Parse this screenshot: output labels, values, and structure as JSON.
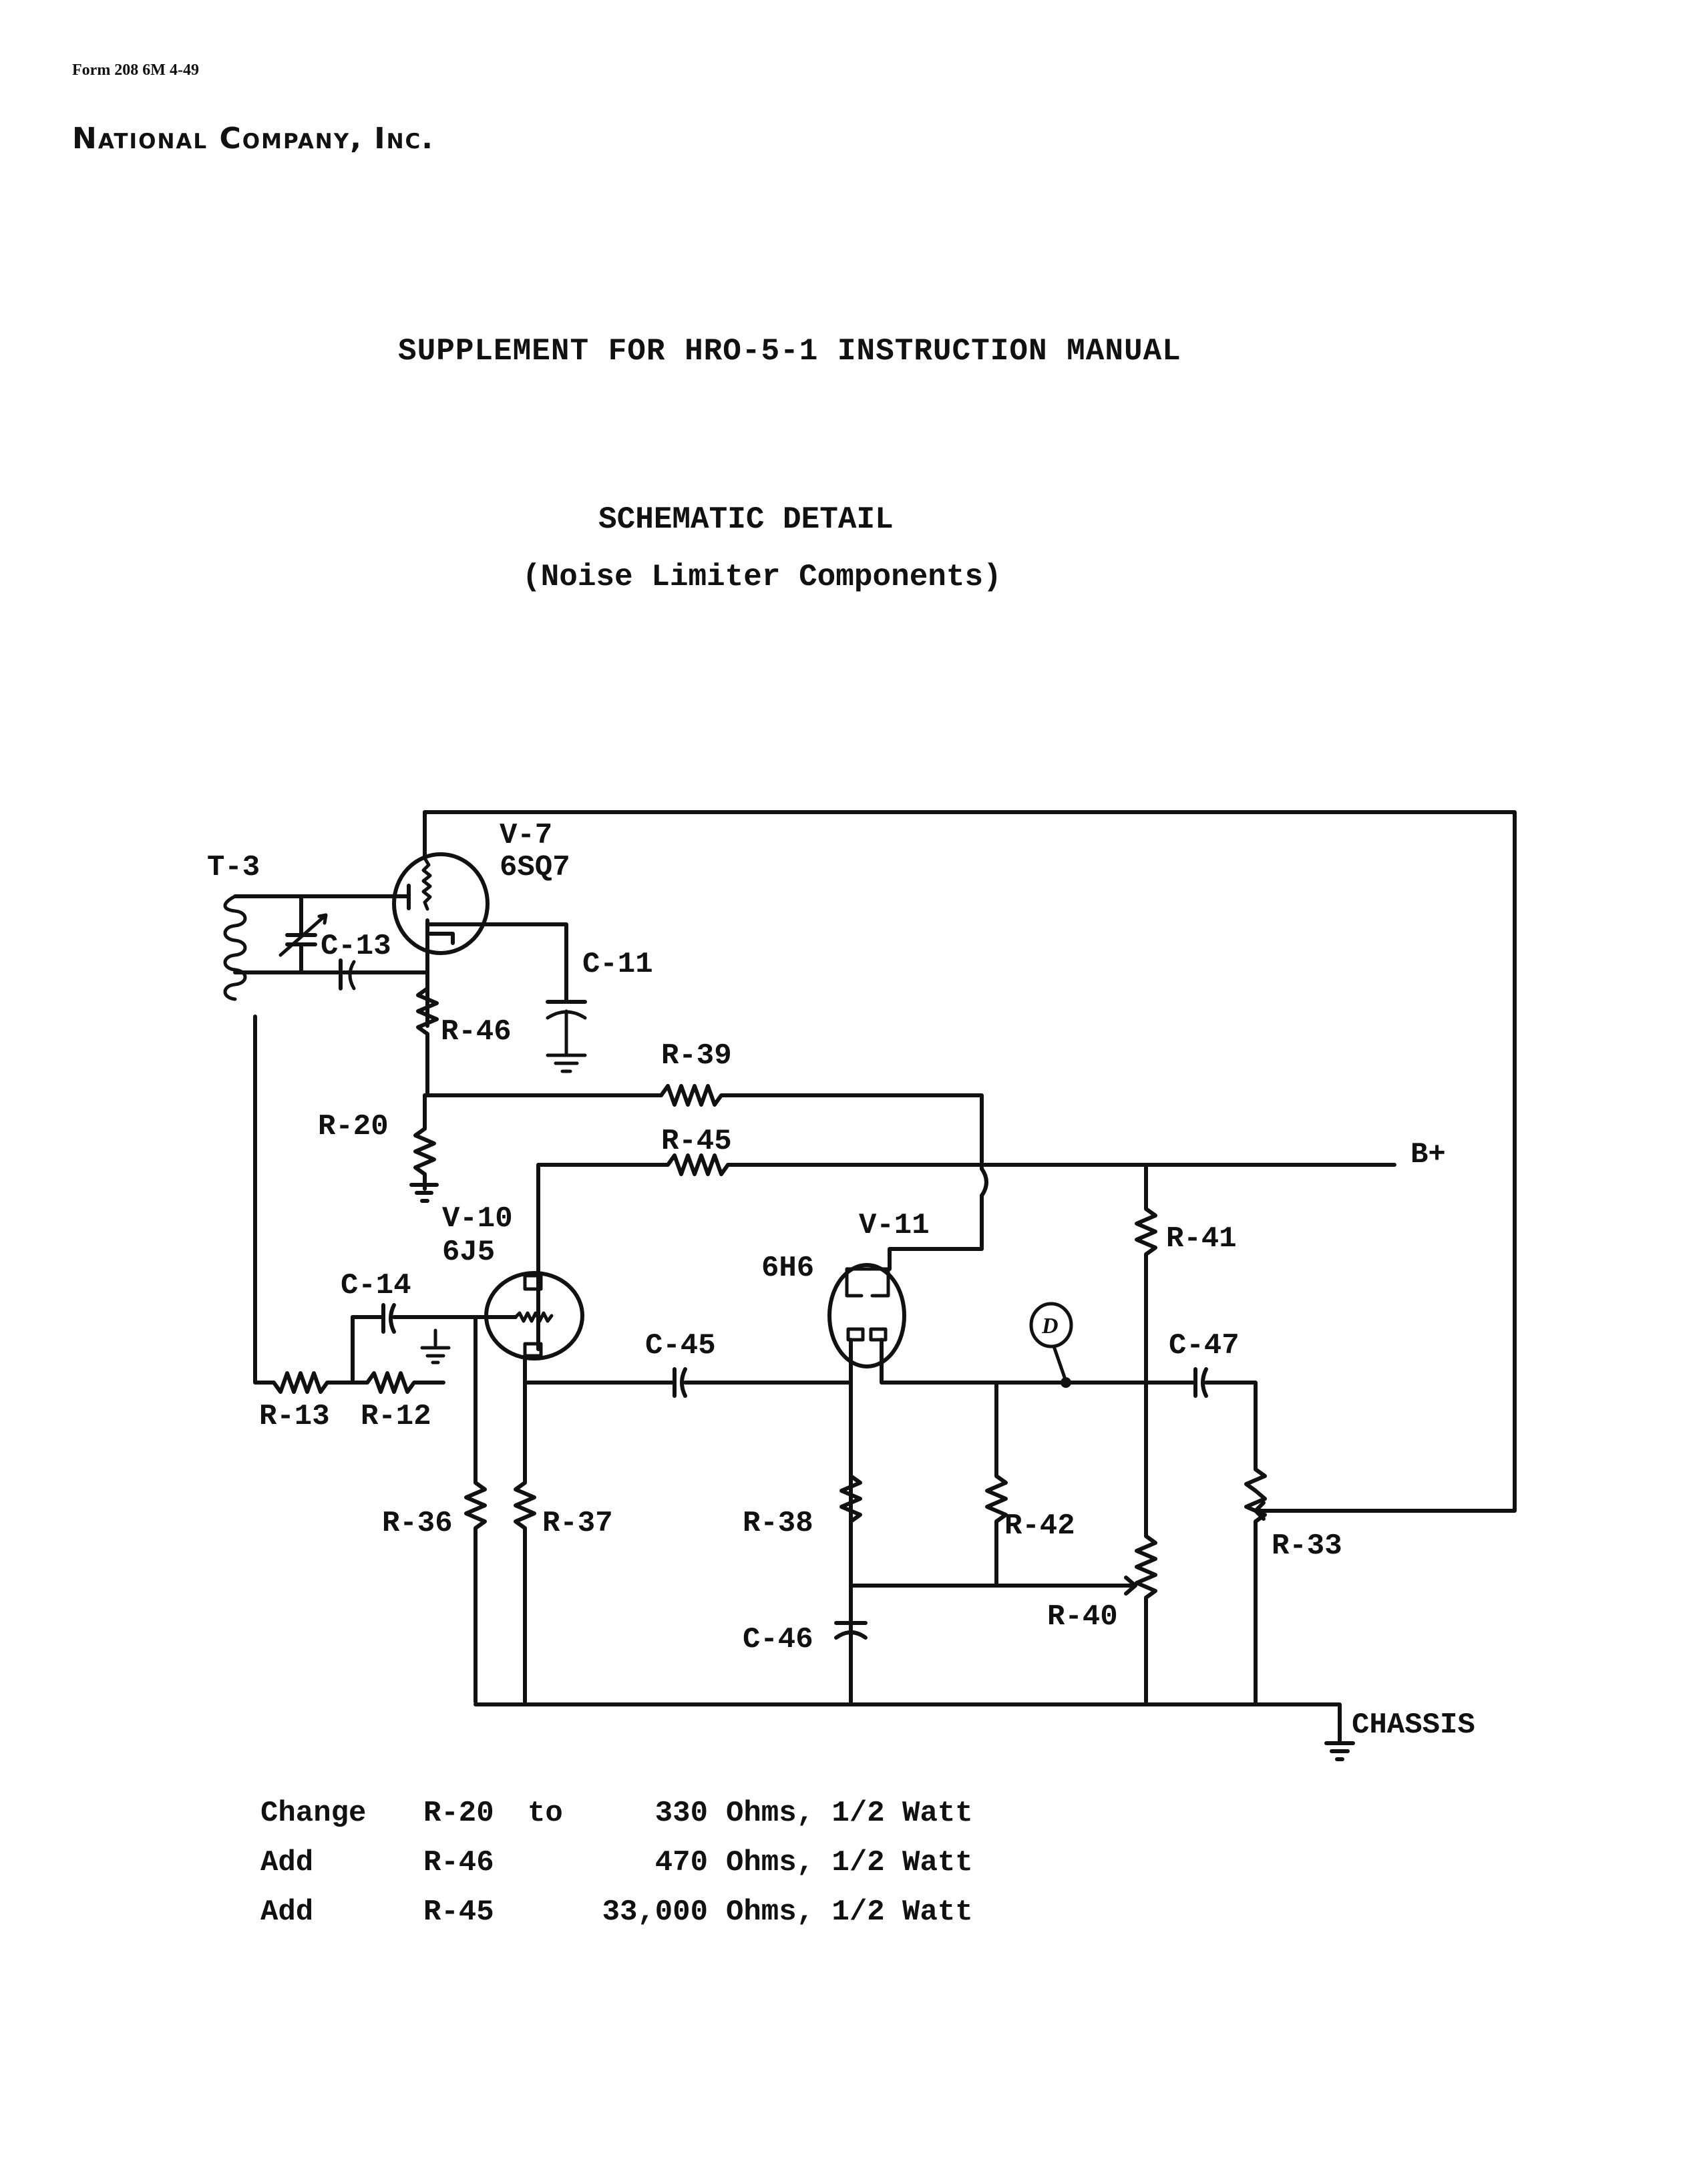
{
  "header": {
    "form_number": "Form 208 6M 4-49",
    "company": "National Company, Inc."
  },
  "titles": {
    "supplement": "SUPPLEMENT FOR HRO-5-1 INSTRUCTION MANUAL",
    "schematic": "SCHEMATIC DETAIL",
    "subtitle": "(Noise Limiter Components)"
  },
  "schematic": {
    "labels": {
      "t3": "T-3",
      "v7": "V-7",
      "v7_type": "6SQ7",
      "c13": "C-13",
      "c11": "C-11",
      "r46": "R-46",
      "r39": "R-39",
      "r20": "R-20",
      "r45": "R-45",
      "b_plus": "B+",
      "v10": "V-10",
      "v10_type": "6J5",
      "v11": "V-11",
      "v11_type": "6H6",
      "r41": "R-41",
      "c14": "C-14",
      "c45": "C-45",
      "c47": "C-47",
      "test_point": "D",
      "r13": "R-13",
      "r12": "R-12",
      "r36": "R-36",
      "r37": "R-37",
      "r38": "R-38",
      "r42": "R-42",
      "r33": "R-33",
      "r40": "R-40",
      "c46": "C-46",
      "chassis": "CHASSIS"
    }
  },
  "changes": [
    {
      "action": "Change",
      "ref": "R-20",
      "to": "to",
      "value": "330",
      "rest": "Ohms, 1/2 Watt"
    },
    {
      "action": "Add",
      "ref": "R-46",
      "to": "",
      "value": "470",
      "rest": "Ohms, 1/2 Watt"
    },
    {
      "action": "Add",
      "ref": "R-45",
      "to": "",
      "value": "33,000",
      "rest": "Ohms, 1/2 Watt"
    }
  ]
}
